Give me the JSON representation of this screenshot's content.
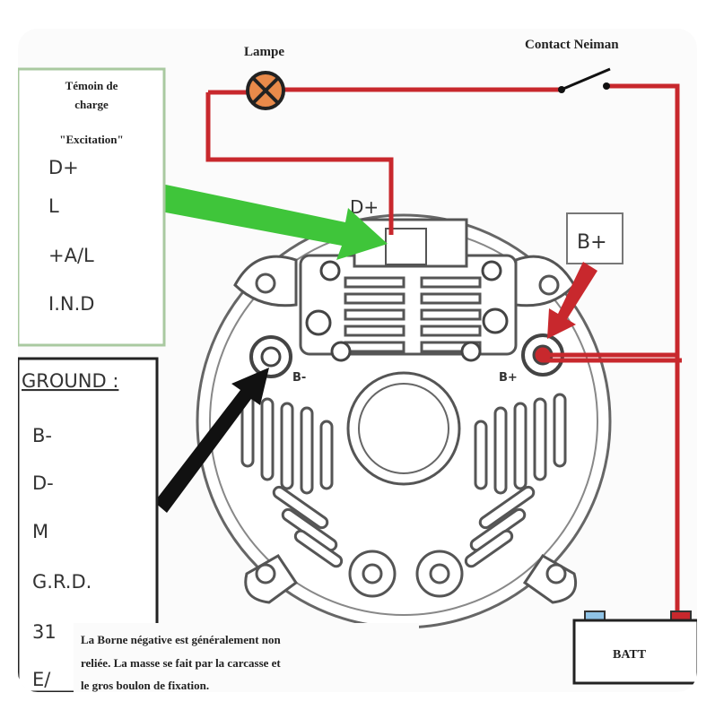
{
  "labels": {
    "lamp": "Lampe",
    "switch": "Contact Neiman",
    "charge_box_title_line1": "Témoin de",
    "charge_box_title_line2": "charge",
    "charge_box_subtitle": "\"Excitation\"",
    "charge_terminals": [
      "D+",
      "L",
      "+A/L",
      "I.N.D"
    ],
    "ground_title": "GROUND :",
    "ground_terminals": [
      "B-",
      "D-",
      "M",
      "G.R.D.",
      "31",
      "E/"
    ],
    "d_plus_terminal": "D+",
    "b_plus_box": "B+",
    "b_minus_mark": "B-",
    "b_plus_mark": "B+",
    "battery": "BATT",
    "note_line1": "La Borne négative est généralement non",
    "note_line2": "reliée. La masse se fait par la carcasse et",
    "note_line3": "le gros boulon de fixation."
  },
  "colors": {
    "wire": "#c8282d",
    "green_arrow": "#3fc53a",
    "black_arrow": "#111111",
    "lamp_fill": "#e98a4a",
    "box_border_green": "#a9c9a0"
  }
}
